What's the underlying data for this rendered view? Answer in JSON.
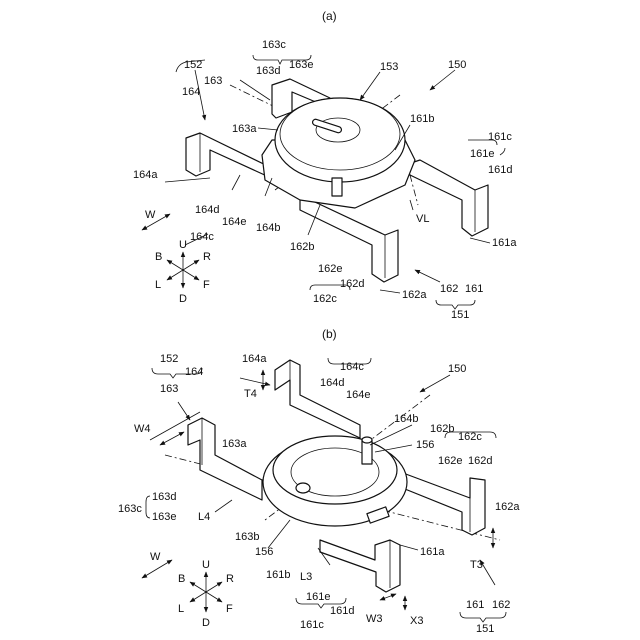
{
  "captions": {
    "a": "(a)",
    "b": "(b)"
  },
  "labels_a": {
    "l150": "150",
    "l151": "151",
    "l152": "152",
    "l153": "153",
    "l161": "161",
    "l161a": "161a",
    "l161b": "161b",
    "l161c": "161c",
    "l161d": "161d",
    "l161e": "161e",
    "l162": "162",
    "l162a": "162a",
    "l162b": "162b",
    "l162c": "162c",
    "l162d": "162d",
    "l162e": "162e",
    "l163": "163",
    "l163a": "163a",
    "l163c": "163c",
    "l163d": "163d",
    "l163e": "163e",
    "l164": "164",
    "l164a": "164a",
    "l164b": "164b",
    "l164c": "164c",
    "l164d": "164d",
    "l164e": "164e",
    "vl": "VL",
    "w": "W"
  },
  "labels_b": {
    "l150": "150",
    "l151": "151",
    "l152": "152",
    "l156a": "156",
    "l156b": "156",
    "l161": "161",
    "l161a": "161a",
    "l161b": "161b",
    "l161c": "161c",
    "l161d": "161d",
    "l161e": "161e",
    "l162": "162",
    "l162a": "162a",
    "l162b": "162b",
    "l162c": "162c",
    "l162d": "162d",
    "l162e": "162e",
    "l163": "163",
    "l163a": "163a",
    "l163b": "163b",
    "l163c": "163c",
    "l163d": "163d",
    "l163e": "163e",
    "l164": "164",
    "l164a": "164a",
    "l164b": "164b",
    "l164c": "164c",
    "l164d": "164d",
    "l164e": "164e",
    "t3": "T3",
    "t4": "T4",
    "w3": "W3",
    "w4": "W4",
    "x3": "X3",
    "l3": "L3",
    "l4": "L4",
    "w": "W"
  },
  "direction_key": {
    "u": "U",
    "d": "D",
    "b": "B",
    "f": "F",
    "l": "L",
    "r": "R"
  }
}
